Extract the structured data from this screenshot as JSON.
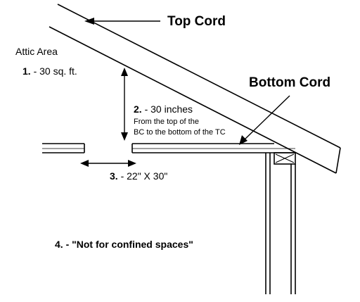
{
  "labels": {
    "top_cord": "Top Cord",
    "bottom_cord": "Bottom Cord",
    "attic_area": "Attic Area"
  },
  "items": [
    {
      "number": "1.",
      "text": " - 30 sq. ft."
    },
    {
      "number": "2.",
      "text": " - 30 inches"
    },
    {
      "number": "3.",
      "text": " - 22\" X 30\""
    },
    {
      "number": "4.",
      "text": " - \"Not for confined spaces\""
    }
  ],
  "note": {
    "line1": "From the top of the",
    "line2": "BC to the bottom of the TC"
  },
  "colors": {
    "ink": "#000000",
    "background": "#ffffff"
  }
}
